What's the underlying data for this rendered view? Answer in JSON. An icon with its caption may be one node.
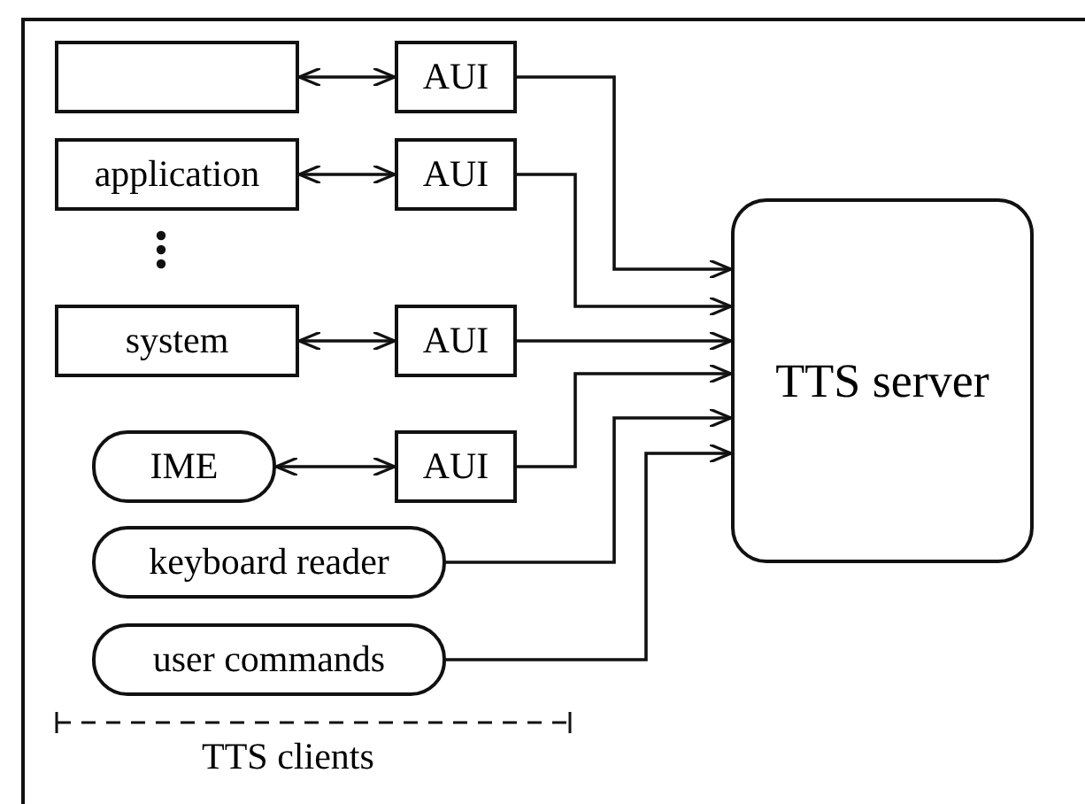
{
  "diagram": {
    "nodes": [
      {
        "text": [],
        "shape": "box"
      },
      {
        "text": [
          "AUI"
        ]
      },
      {
        "text": [
          "application"
        ]
      },
      {
        "text": [
          "AUI"
        ]
      },
      {
        "text": [
          "system"
        ]
      },
      {
        "text": [
          "AUI"
        ]
      },
      {
        "text": [
          "IME"
        ]
      },
      {
        "text": [
          "AUI"
        ]
      },
      {
        "text": [
          "keyboard reader"
        ]
      },
      {
        "text": [
          "user commands"
        ]
      },
      {
        "text": [
          "TTS server"
        ]
      }
    ],
    "edges": [
      {
        "from": 0,
        "to": 1,
        "arrow": "both"
      },
      {
        "from": 2,
        "to": 3,
        "arrow": "both"
      },
      {
        "from": 4,
        "to": 5,
        "arrow": "both"
      },
      {
        "from": 6,
        "to": 7,
        "arrow": "both"
      },
      {
        "from": 1,
        "to": 10,
        "arrow": "to"
      },
      {
        "from": 3,
        "to": 10,
        "arrow": "to"
      },
      {
        "from": 5,
        "to": 10,
        "arrow": "to"
      },
      {
        "from": 7,
        "to": 10,
        "arrow": "to"
      },
      {
        "from": 8,
        "to": 10,
        "arrow": "to"
      },
      {
        "from": 9,
        "to": 10,
        "arrow": "to"
      }
    ],
    "labels": [
      "TTS clients"
    ]
  }
}
